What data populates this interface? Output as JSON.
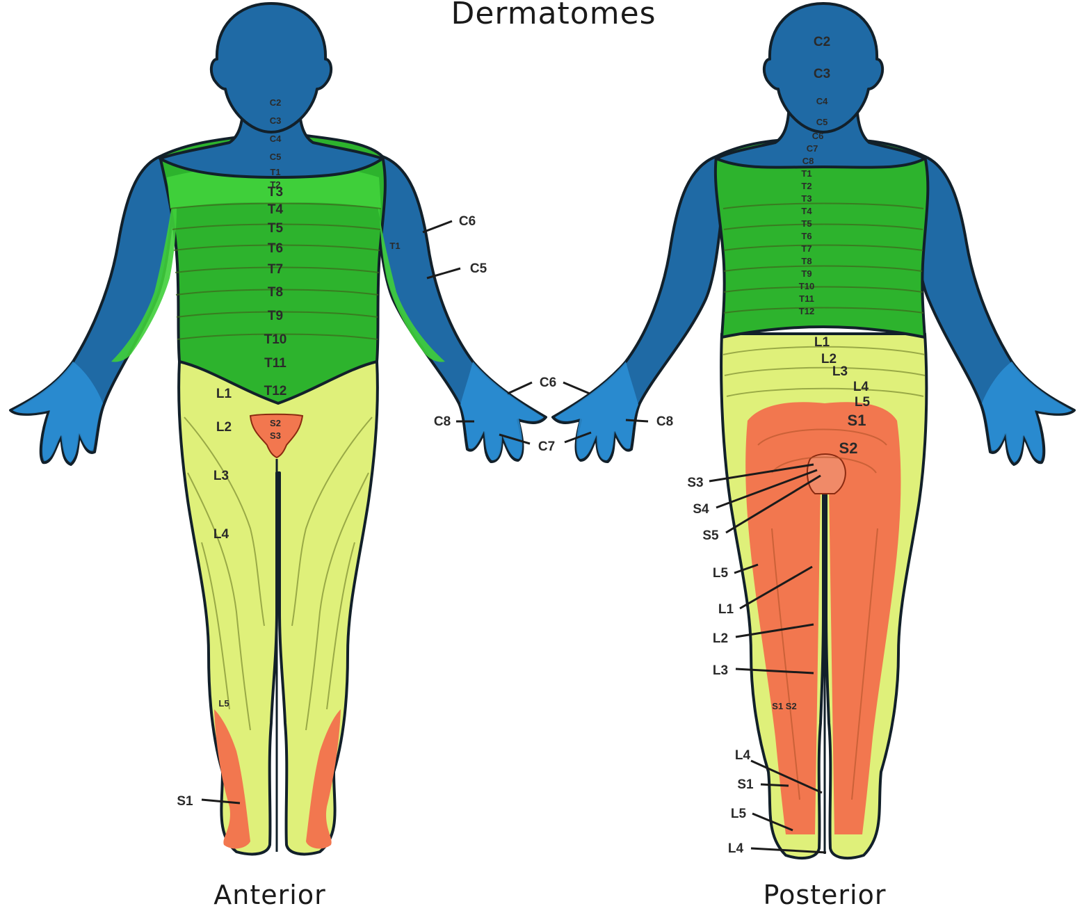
{
  "title": "Dermatomes",
  "views": {
    "anterior": "Anterior",
    "posterior": "Posterior"
  },
  "colors": {
    "head_neck_arms": "#1f6aa5",
    "hand": "#2b8fd6",
    "trunk_green": "#2db32d",
    "trunk_green_light": "#3fcf3a",
    "lumbar_yellow": "#dff07a",
    "sacral_orange": "#f2774f",
    "outline": "#12202a"
  },
  "anterior_labels": {
    "spine": [
      "C2",
      "C3",
      "C4",
      "C5",
      "T1",
      "T2",
      "T3",
      "T4",
      "T5",
      "T6",
      "T7",
      "T8",
      "T9",
      "T10",
      "T11",
      "T12"
    ],
    "L1": "L1",
    "L2": "L2",
    "L3": "L3",
    "L4": "L4",
    "L5": "L5",
    "S1": "S1",
    "S2": "S2",
    "S3": "S3",
    "T1_arm": "T1",
    "C6_arm": "C6",
    "C5_arm": "C5",
    "C6_hand": "C6",
    "C8_hand": "C8",
    "C7_hand": "C7"
  },
  "posterior_labels": {
    "spine": [
      "C2",
      "C3",
      "C4",
      "C5",
      "C6",
      "C7",
      "C8",
      "T1",
      "T2",
      "T3",
      "T4",
      "T5",
      "T6",
      "T7",
      "T8",
      "T9",
      "T10",
      "T11",
      "T12"
    ],
    "lumbar": [
      "L1",
      "L2",
      "L3",
      "L4",
      "L5"
    ],
    "S1": "S1",
    "S2": "S2",
    "S3": "S3",
    "S4": "S4",
    "S5": "S5",
    "L5_leg": "L5",
    "L1_leg": "L1",
    "L2_leg": "L2",
    "L3_leg": "L3",
    "S1S2_calf": "S1 S2",
    "L4_ankle": "L4",
    "S1_ankle": "S1",
    "L5_ankle": "L5",
    "L4_sole": "L4",
    "C7_hand": "C7",
    "C8_hand": "C8"
  }
}
